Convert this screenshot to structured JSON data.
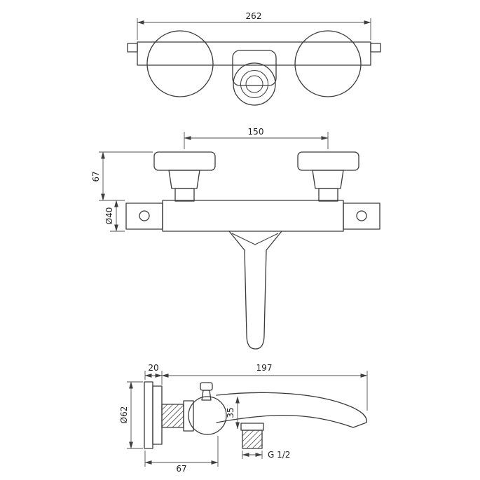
{
  "colors": {
    "background": "#ffffff",
    "object_line": "#3a3a3a",
    "dimension_line": "#4f4f4f",
    "text": "#1e1e1e"
  },
  "top_view": {
    "dim_width": "262"
  },
  "front_view": {
    "dim_handle_spacing": "150",
    "dim_height": "67",
    "dim_body_diameter": "Ø40"
  },
  "side_view": {
    "dim_plate_depth": "20",
    "dim_total_depth": "197",
    "dim_plate_diameter": "Ø62",
    "dim_spout_drop": "35",
    "dim_wall_to_outlet": "67",
    "thread_label": "G 1/2"
  }
}
